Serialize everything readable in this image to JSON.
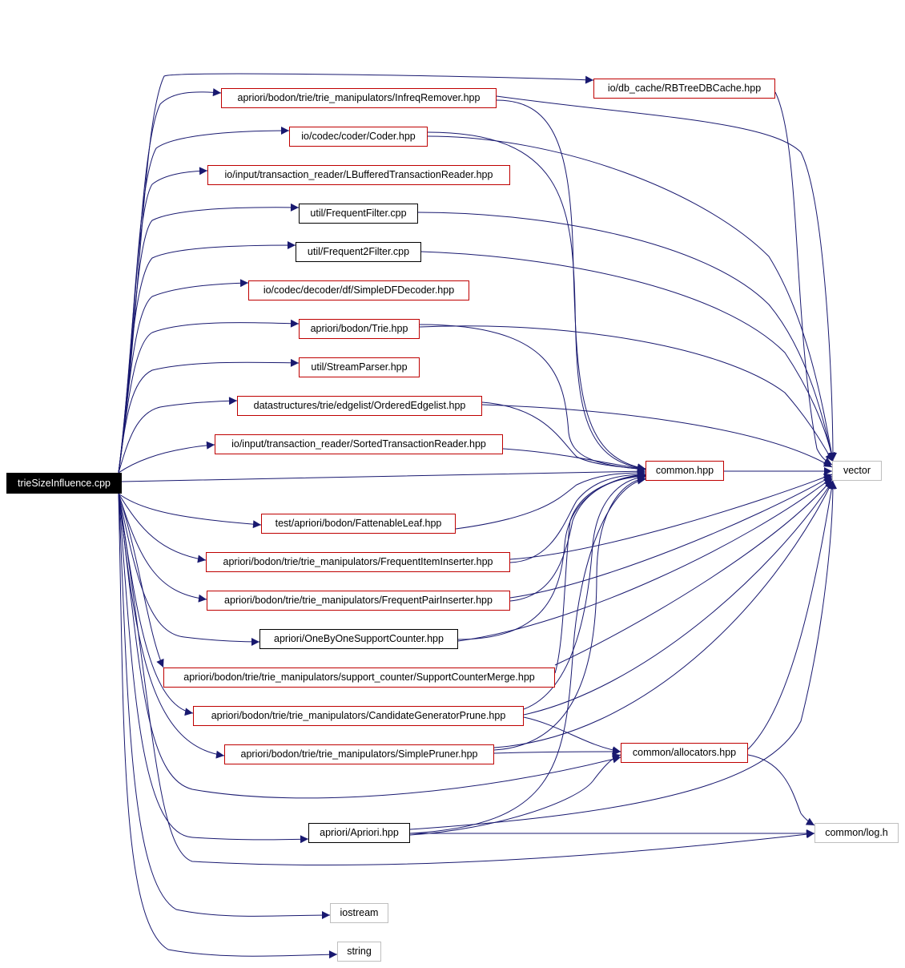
{
  "graph": {
    "edge_color": "#191970",
    "link_border_color": "#bf0000",
    "documented_border_color": "#000000",
    "external_border_color": "#bfbfbf",
    "root_fill_color": "#000000",
    "nodes": {
      "root": "trieSizeInfluence.cpp",
      "rbtree": "io/db_cache/RBTreeDBCache.hpp",
      "infreq": "apriori/bodon/trie/trie_manipulators/InfreqRemover.hpp",
      "coder": "io/codec/coder/Coder.hpp",
      "lbuffered": "io/input/transaction_reader/LBufferedTransactionReader.hpp",
      "freqfilter": "util/FrequentFilter.cpp",
      "freq2filter": "util/Frequent2Filter.cpp",
      "simpledf": "io/codec/decoder/df/SimpleDFDecoder.hpp",
      "trie": "apriori/bodon/Trie.hpp",
      "stream": "util/StreamParser.hpp",
      "ordered": "datastructures/trie/edgelist/OrderedEdgelist.hpp",
      "sorted": "io/input/transaction_reader/SortedTransactionReader.hpp",
      "common": "common.hpp",
      "vector": "vector",
      "fattenable": "test/apriori/bodon/FattenableLeaf.hpp",
      "itemins": "apriori/bodon/trie/trie_manipulators/FrequentItemInserter.hpp",
      "pairins": "apriori/bodon/trie/trie_manipulators/FrequentPairInserter.hpp",
      "onebyone": "apriori/OneByOneSupportCounter.hpp",
      "scmerge": "apriori/bodon/trie/trie_manipulators/support_counter/SupportCounterMerge.hpp",
      "candgen": "apriori/bodon/trie/trie_manipulators/CandidateGeneratorPrune.hpp",
      "pruner": "apriori/bodon/trie/trie_manipulators/SimplePruner.hpp",
      "alloc": "common/allocators.hpp",
      "apriori": "apriori/Apriori.hpp",
      "log": "common/log.h",
      "iostream": "iostream",
      "string": "string"
    }
  }
}
